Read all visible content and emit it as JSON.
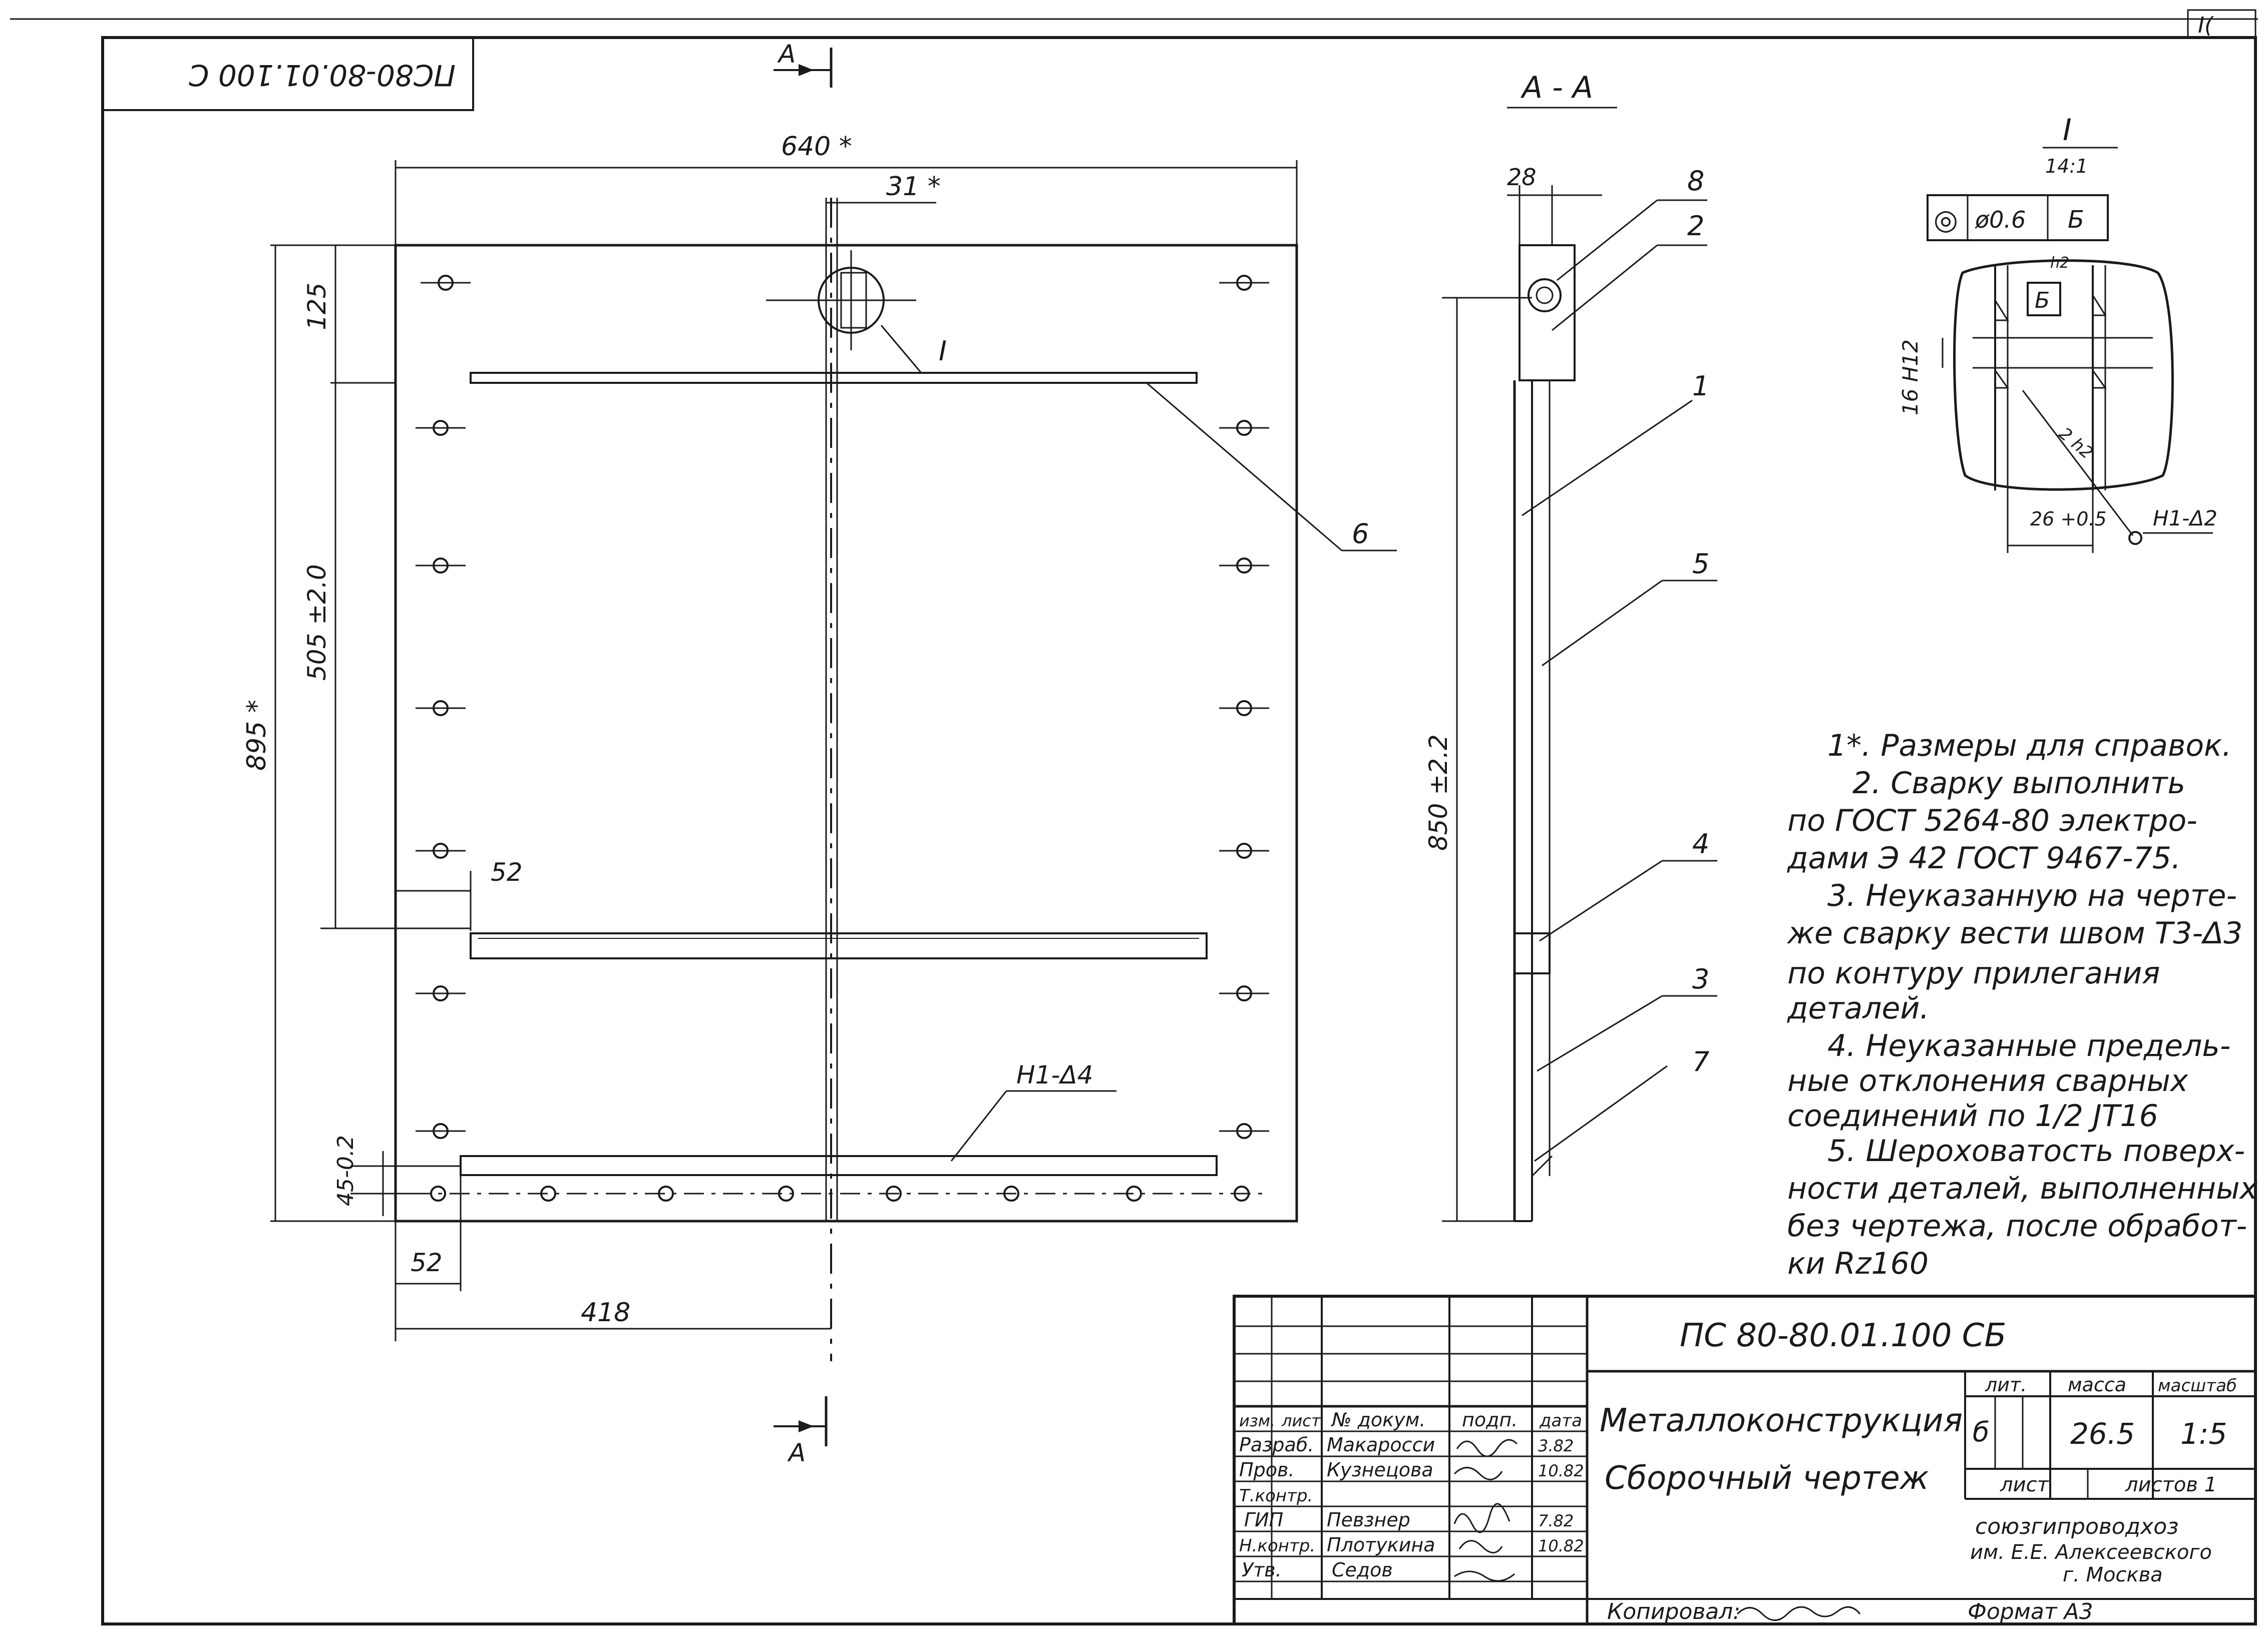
{
  "stamp_code_mirrored": "ПС80-80.01.100 С",
  "corner_mark": "I(",
  "view_arrow_top": "A",
  "view_arrow_bottom": "A",
  "section_title": "А - А",
  "detail_title": "I",
  "detail_scale": "14:1",
  "detail_frame": {
    "symbol": "◎",
    "tolerance": "ø0.6",
    "base": "Б"
  },
  "detail_base_box": "Б",
  "main_dims": {
    "overall_width": "640 *",
    "center_width": "31 *",
    "top_offset": "125",
    "mid_height": "505 ±2.0",
    "overall_height": "895 *",
    "left_offset_52a": "52",
    "bottom_offset": "45-0.2",
    "left_offset_52b": "52",
    "bottom_half": "418"
  },
  "section_dims": {
    "top_width": "28",
    "height": "850 ±2.2"
  },
  "detail_dims": {
    "h": "16 H12",
    "w": "26 +0.5",
    "weld_top": "h2",
    "weld_mid": "2 h2",
    "marker": "H1-Δ2"
  },
  "callouts": {
    "detail_ref": "I",
    "p6": "6",
    "p8": "8",
    "p2": "2",
    "p1": "1",
    "p5": "5",
    "p4": "4",
    "p3": "3",
    "p7": "7",
    "weld_label": "H1-Δ4"
  },
  "notes": [
    "1*. Размеры для справок.",
    "2. Сварку выполнить",
    "по ГОСТ 5264-80 электро-",
    "дами Э 42 ГОСТ 9467-75.",
    "3. Неуказанную на черте-",
    "же сварку вести швом Т3-Δ3",
    "по контуру прилегания",
    "деталей.",
    "4. Неуказанные предель-",
    "ные отклонения сварных",
    "соединений по 1/2 JT16",
    "5. Шероховатость поверх-",
    "ности деталей, выполненных",
    "без чертежа, после обработ-",
    "ки Rz160"
  ],
  "title_block": {
    "doc_number": "ПС 80-80.01.100 СБ",
    "name_line1": "Металлоконструкция",
    "name_line2": "Сборочный чертеж",
    "lit_header": "лит.",
    "mass_header": "масса",
    "scale_header": "масштаб",
    "lit_value": "б",
    "mass_value": "26.5",
    "scale_value": "1:5",
    "sheet_label": "лист",
    "sheets_label": "листов 1",
    "org_line1": "союзгипроводхоз",
    "org_line2": "им. Е.Е. Алексеевского",
    "org_line3": "г. Москва",
    "rows": [
      {
        "role": "изм.",
        "name": "лист",
        "col3": "№ докум.",
        "col4": "подп.",
        "col5": "дата"
      },
      {
        "role": "Разраб.",
        "name": "Макаросси",
        "col4": "",
        "col5": "3.82"
      },
      {
        "role": "Пров.",
        "name": "Кузнецова",
        "col4": "",
        "col5": "10.82"
      },
      {
        "role": "Т.контр.",
        "name": "",
        "col4": "",
        "col5": ""
      },
      {
        "role": "ГИП",
        "name": "Певзнер",
        "col4": "",
        "col5": "7.82"
      },
      {
        "role": "Н.контр.",
        "name": "Плотукина",
        "col4": "",
        "col5": "10.82"
      },
      {
        "role": "Утв.",
        "name": "Седов",
        "col4": "",
        "col5": ""
      }
    ],
    "copied_label": "Копировал:",
    "format_label": "Формат А3"
  }
}
